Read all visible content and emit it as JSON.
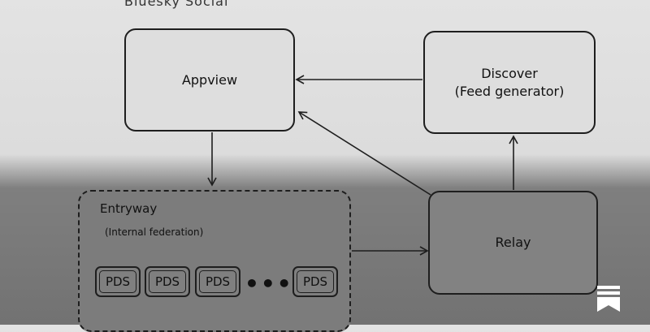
{
  "top_label": "Bluesky Social",
  "nodes": {
    "appview": "Appview",
    "discover_line1": "Discover",
    "discover_line2": "(Feed generator)",
    "relay": "Relay"
  },
  "entryway": {
    "title": "Entryway",
    "subtitle": "(Internal federation)",
    "pds_boxes": [
      "PDS",
      "PDS",
      "PDS",
      "PDS"
    ],
    "ellipsis": "•••"
  },
  "edges": [
    {
      "from": "discover",
      "to": "appview"
    },
    {
      "from": "relay",
      "to": "appview"
    },
    {
      "from": "relay",
      "to": "discover"
    },
    {
      "from": "appview",
      "to": "entryway"
    },
    {
      "from": "entryway",
      "to": "relay"
    }
  ],
  "icons": {
    "corner": "bookmark-icon"
  },
  "colors": {
    "stroke": "#1e1e1e",
    "light_bg": "#e0e0e0",
    "dark_bg": "#7a7a7a"
  }
}
